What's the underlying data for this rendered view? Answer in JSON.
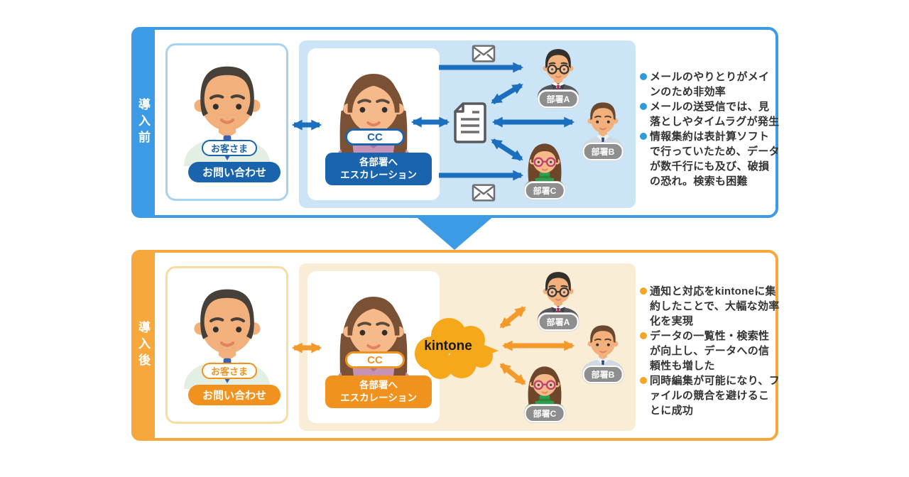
{
  "before": {
    "label": "導入前",
    "customer_role": "お客さま",
    "customer_action": "お問い合わせ",
    "cc_role": "CC",
    "cc_action_lines": [
      "各部署へ",
      "エスカレーション"
    ],
    "departments": [
      "部署A",
      "部署B",
      "部署C"
    ],
    "bullets": [
      "メールのやりとりがメインのため非効率",
      "メールの送受信では、見落としやタイムラグが発生",
      "情報集約は表計算ソフトで行っていたため、データが数千行にも及び、破損の恐れ。検索も困難"
    ]
  },
  "after": {
    "label": "導入後",
    "customer_role": "お客さま",
    "customer_action": "お問い合わせ",
    "cc_role": "CC",
    "cc_action_lines": [
      "各部署へ",
      "エスカレーション"
    ],
    "cloud_label": "kintone",
    "departments": [
      "部署A",
      "部署B",
      "部署C"
    ],
    "bullets": [
      "通知と対応をkintoneに集約したことで、大幅な効率化を実現",
      "データの一覧性・検索性が向上し、データへの信頼性も増した",
      "同時編集が可能になり、ファイルの競合を避けることに成功"
    ]
  },
  "icons": {
    "mail_icon": "envelope",
    "document_icon": "document-sheet",
    "kintone_cloud_icon": "cloud-burst",
    "flow_arrow_icon": "down-triangle"
  },
  "colors": {
    "blue_frame": "#3D9BE6",
    "blue_dark": "#1A64AE",
    "blue_arrow": "#1B6FBE",
    "blue_light_area": "#CBE5F6",
    "blue_bullet_dot": "#2E9BD9",
    "orange_frame": "#F6A83C",
    "orange_dark": "#F2921E",
    "orange_arrow": "#F39A2B",
    "orange_light_area": "#FAEDD6",
    "orange_bullet_dot": "#F5A623",
    "kintone_yellow": "#F6A81B",
    "badge_gray": "#8E8E8E"
  }
}
